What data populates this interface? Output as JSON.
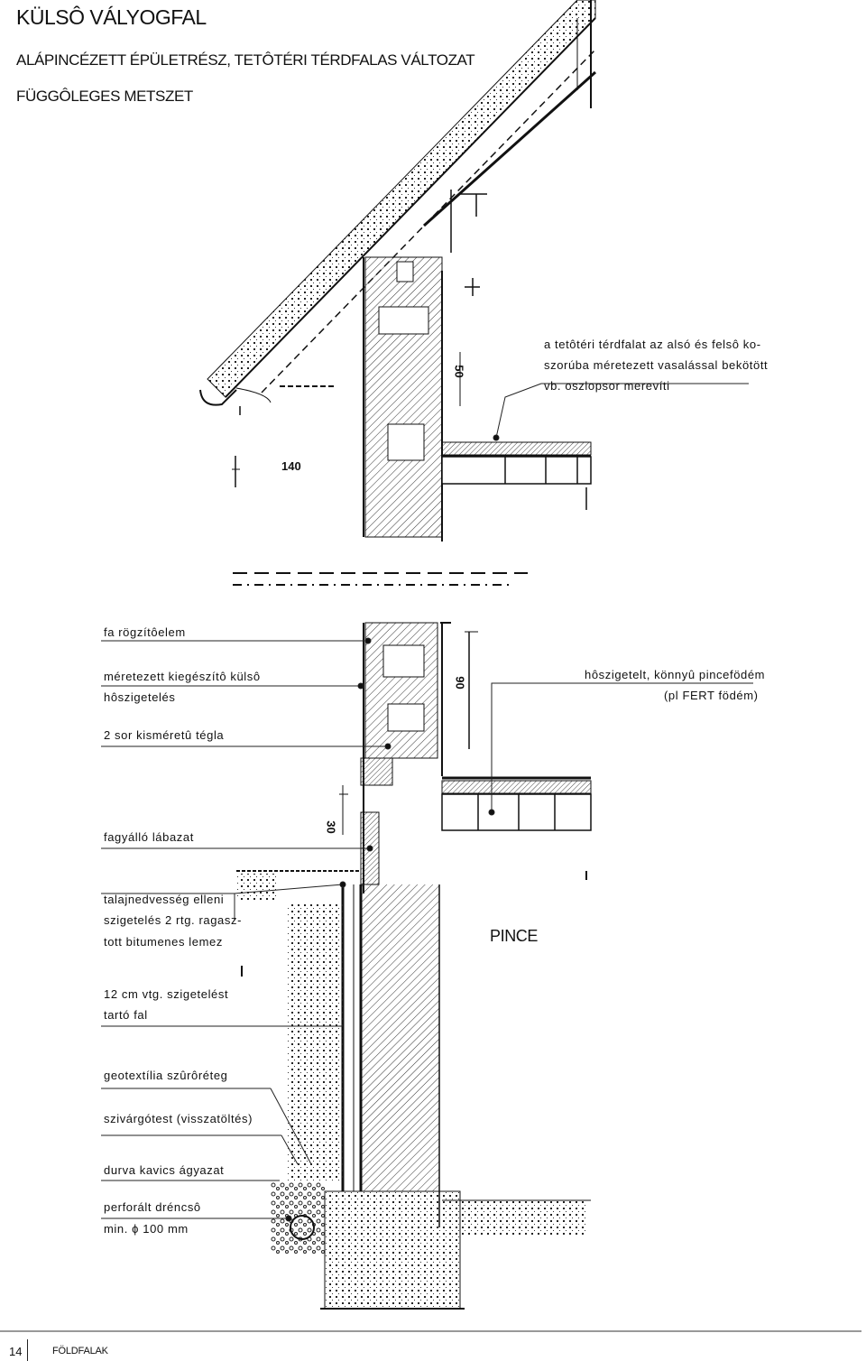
{
  "header": {
    "title": "KÜLSÔ VÁLYOGFAL",
    "subtitle1": "ALÁPINCÉZETT ÉPÜLETRÉSZ, TETÔTÉRI TÉRDFALAS VÁLTOZAT",
    "subtitle2": "FÜGGÔLEGES METSZET"
  },
  "callouts_right": {
    "note_line1": "a tetôtéri térdfalat az alsó és felsô ko-",
    "note_line2": "szorúba méretezett vasalással bekötött",
    "note_line3": "vb. oszlopsor merevíti",
    "floor_line1": "hôszigetelt, könnyû pincefödém",
    "floor_line2": "(pl FERT födém)"
  },
  "callouts_left": {
    "l1": "fa rögzítôelem",
    "l2a": "méretezett kiegészítô külsô",
    "l2b": "hôszigetelés",
    "l3": "2 sor kisméretû tégla",
    "l4": "fagyálló lábazat",
    "l5a": "talajnedvesség elleni",
    "l5b": "szigetelés 2 rtg. ragasz-",
    "l5c": "tott bitumenes lemez",
    "l6a": "12 cm vtg. szigetelést",
    "l6b": "tartó fal",
    "l7": "geotextília szûrôréteg",
    "l8": "szivárgótest (visszatöltés)",
    "l9": "durva kavics ágyazat",
    "l10a": "perforált dréncsô",
    "l10b": "min. ϕ 100 mm"
  },
  "drawing": {
    "room_label": "PINCE",
    "dim_140": "140",
    "dim_50_top": "50",
    "dim_90": "90",
    "dim_30": "30"
  },
  "footer": {
    "page_number": "14",
    "section": "FÖLDFALAK"
  }
}
